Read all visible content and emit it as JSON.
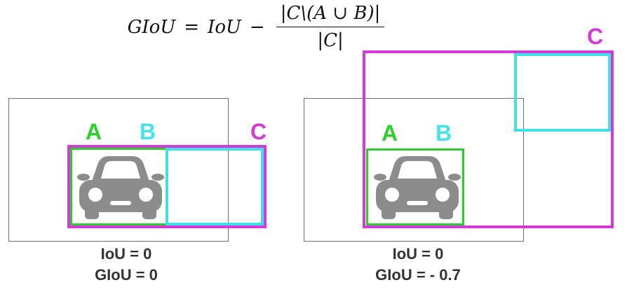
{
  "formula": {
    "lhs": "GIoU",
    "equals": "=",
    "term": "IoU",
    "minus": "−",
    "numerator": "|C\\(A ∪ B)|",
    "denominator": "|C|"
  },
  "panels": [
    {
      "labels": {
        "a": "A",
        "b": "B",
        "c": "C"
      },
      "iou": "IoU = 0",
      "giou": "GIoU = 0"
    },
    {
      "labels": {
        "a": "A",
        "b": "B",
        "c": "C"
      },
      "iou": "IoU = 0",
      "giou": "GIoU = - 0.7"
    }
  ],
  "colors": {
    "box_a": "#2ccc2c",
    "box_b": "#3fe0e6",
    "box_c": "#d63ad6",
    "car": "#8c8c8c",
    "frame": "#6e6e6e"
  },
  "icons": {
    "car": "car-icon"
  }
}
